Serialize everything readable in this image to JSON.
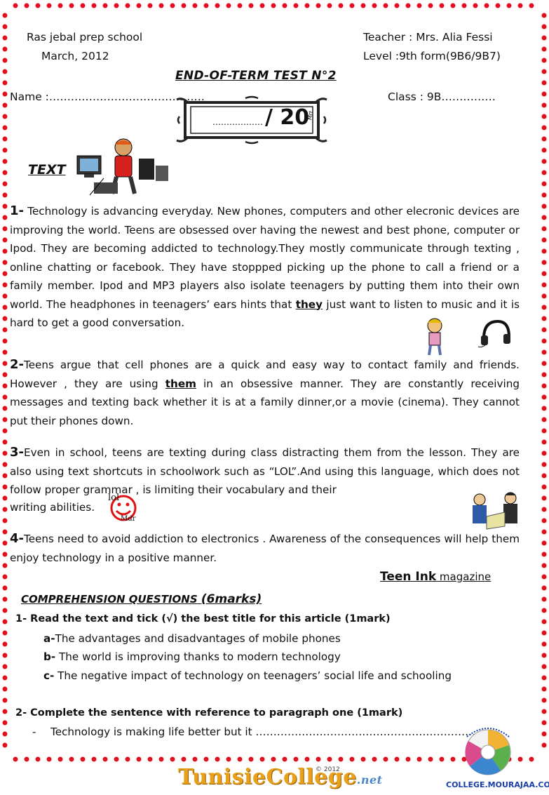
{
  "header": {
    "school": "Ras jebal prep school",
    "date": "March, 2012",
    "teacher": "Teacher : Mrs. Alia Fessi",
    "level": "Level :9th form(9B6/9B7)",
    "title": "END-OF-TERM TEST N°2",
    "name_label": "Name :…………………………………….",
    "class_label": "Class : 9B……………"
  },
  "score": {
    "dots": "………………",
    "total": "/ 20",
    "stamp": "Mrt"
  },
  "text_label": "TEXT",
  "paragraphs": {
    "p1": {
      "num": "1-",
      "a": " Technology is advancing everyday. New phones, computers and other elecronic devices are improving the world. Teens are obsessed over having the newest and best phone, computer or Ipod. They are becoming addicted to technology.They mostly communicate through texting , online chatting or facebook. They have stoppped  picking up the phone to call a  friend or a family member. Ipod and MP3 players also isolate teenagers by putting them into their own world. The headphones in teenagers’ ears hints  that ",
      "ref": "they",
      "b": " just want to listen to music  and it is hard to get a good conversation."
    },
    "p2": {
      "num": "2-",
      "a": "Teens argue that cell phones are a quick and easy way to contact family and friends. However  , they are using ",
      "ref": "them",
      "b": " in an obsessive manner. They are constantly receiving messages and texting back whether it is at a family dinner,or a movie (cinema). They cannot put their phones down."
    },
    "p3": {
      "num": "3-",
      "a": "Even in school, teens are texting during class distracting them from the lesson. They are also using text shortcuts in schoolwork such as “LOL”.And using this language, which does not follow proper grammar , is limiting their vocabulary and their",
      "b": "writing abilities."
    },
    "p4": {
      "num": "4-",
      "a": "Teens need to avoid addiction to electronics . Awareness of the consequences will help them enjoy technology in a positive manner."
    }
  },
  "lol_icon": {
    "top": "lol",
    "bottom": "Mdr"
  },
  "source": {
    "name": "Teen Ink",
    "type": " magazine"
  },
  "comprehension": {
    "heading": "COMPREHENSION QUESTIONS",
    "marks": "(6marks)",
    "q1": {
      "text": "1- Read the text and tick (√) the best title for this article (1mark)",
      "options": [
        {
          "letter": "a-",
          "text": "The advantages and disadvantages of mobile phones"
        },
        {
          "letter": "b-",
          "text": " The world is improving thanks to modern technology"
        },
        {
          "letter": "c-",
          "text": " The negative impact of technology on teenagers’ social life and schooling"
        }
      ]
    },
    "q2": {
      "text": "2- Complete the sentence with reference to paragraph one (1mark)",
      "dash": "-",
      "sentence": "Technology is making life better but it ………………………………………………………."
    }
  },
  "footer": {
    "logo_main": "TunisieCollege",
    "logo_net": ".net",
    "copyright": "© 2012",
    "college_url": "COLLEGE.MOURAJAA.COM"
  },
  "colors": {
    "border_dots": "#e0101e",
    "logo": "#e9a11a",
    "url": "#1a3ea8"
  }
}
